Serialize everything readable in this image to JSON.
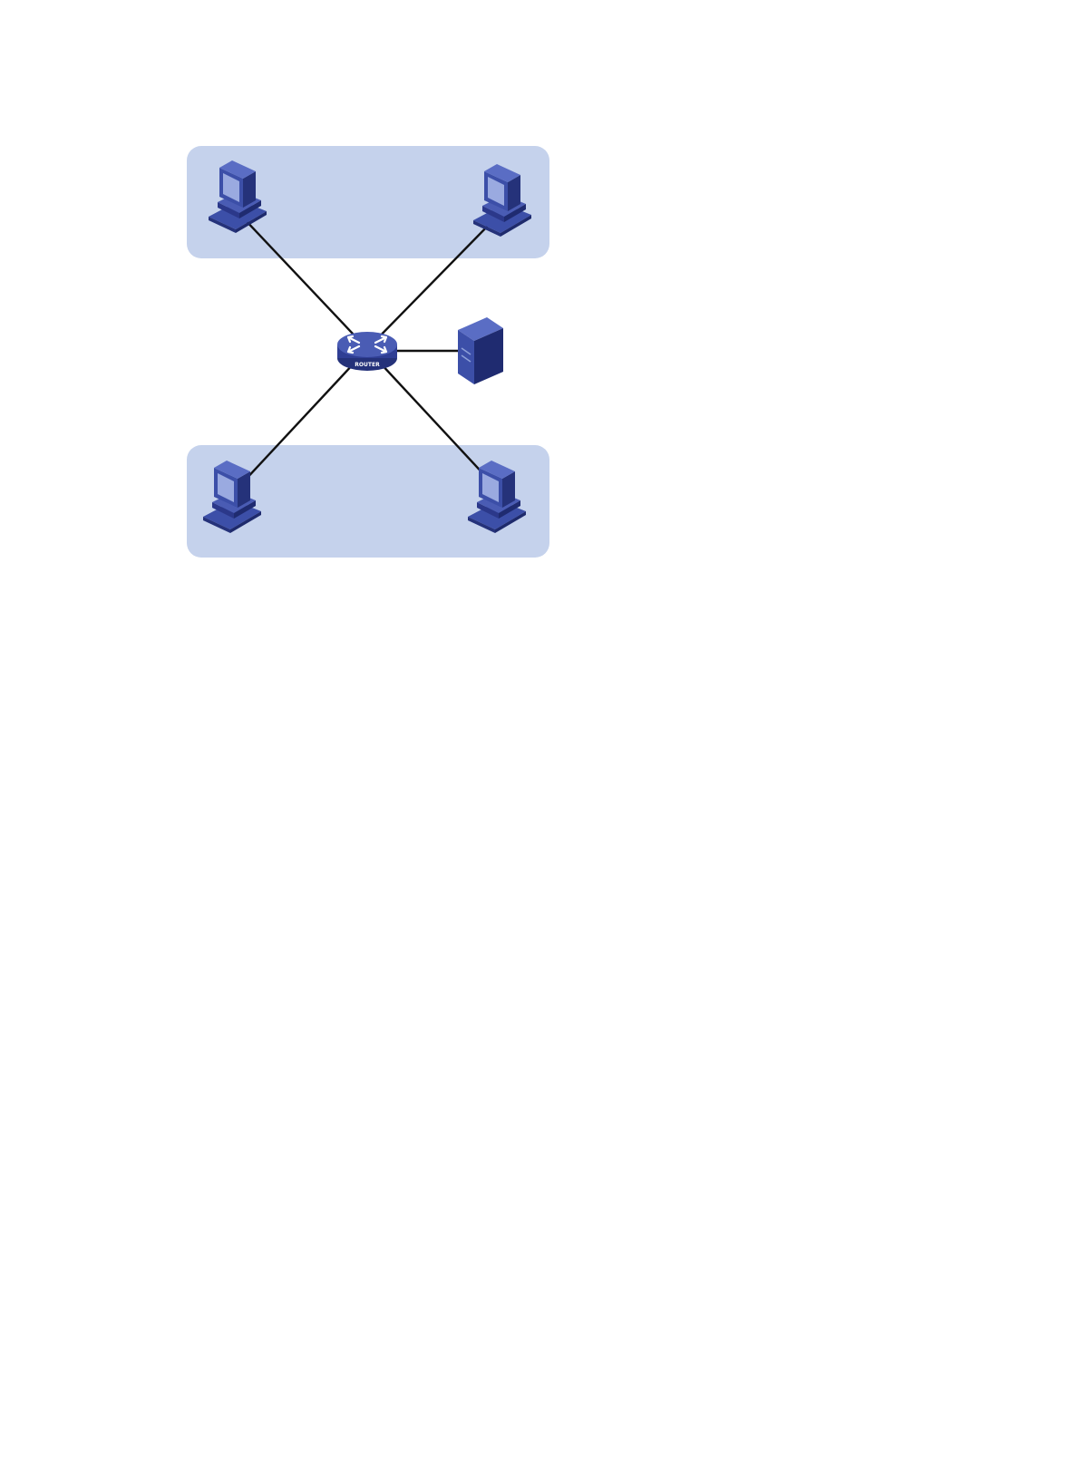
{
  "diagram": {
    "colors": {
      "group_fill": "#c5d2ec",
      "link_stroke": "#111111",
      "device_primary": "#3c4fa8",
      "device_dark": "#25327a",
      "device_light": "#8d9fd8",
      "background": "#ffffff"
    },
    "groups": [
      {
        "id": "top-group"
      },
      {
        "id": "bottom-group"
      }
    ],
    "nodes": [
      {
        "id": "host-top-left",
        "icon": "computer-icon"
      },
      {
        "id": "host-top-right",
        "icon": "computer-icon"
      },
      {
        "id": "host-bottom-left",
        "icon": "computer-icon"
      },
      {
        "id": "host-bottom-right",
        "icon": "computer-icon"
      },
      {
        "id": "router",
        "icon": "router-icon",
        "label": "ROUTER"
      },
      {
        "id": "server",
        "icon": "server-icon"
      }
    ],
    "links": [
      {
        "from": "router",
        "to": "host-top-left"
      },
      {
        "from": "router",
        "to": "host-top-right"
      },
      {
        "from": "router",
        "to": "host-bottom-left"
      },
      {
        "from": "router",
        "to": "host-bottom-right"
      },
      {
        "from": "router",
        "to": "server"
      }
    ]
  }
}
